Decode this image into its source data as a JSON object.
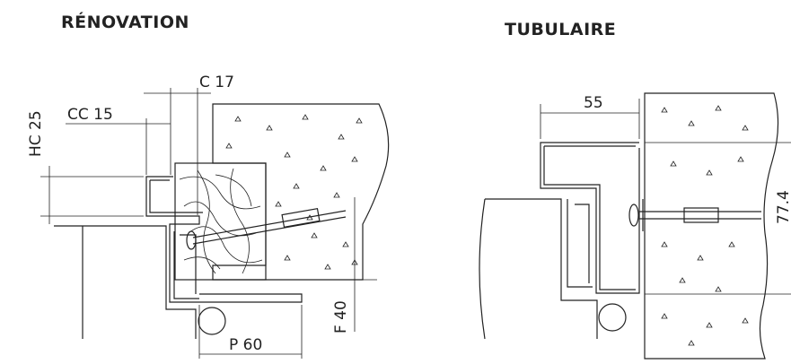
{
  "titles": {
    "left": "RÉNOVATION",
    "right": "TUBULAIRE"
  },
  "dimensions": {
    "c": "C 17",
    "cc": "CC 15",
    "hc": "HC 25",
    "f": "F 40",
    "p": "P 60",
    "width_right": "55",
    "depth_right": "77.4"
  }
}
